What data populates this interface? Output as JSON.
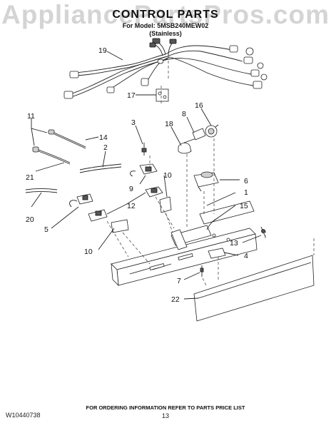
{
  "watermark": "AppliancePartsPros.com",
  "title": "CONTROL PARTS",
  "subtitle": "For Model: 5MSB240MEW02",
  "finish": "(Stainless)",
  "footer_note": "FOR ORDERING INFORMATION REFER TO PARTS PRICE LIST",
  "doc_number": "W10440738",
  "page_number": "13",
  "callouts": {
    "c19": "19",
    "c17": "17",
    "c11": "11",
    "c14": "14",
    "c3": "3",
    "c8": "8",
    "c16": "16",
    "c18": "18",
    "c2": "2",
    "c21": "21",
    "c10a": "10",
    "c9": "9",
    "c6": "6",
    "c1": "1",
    "c12": "12",
    "c15": "15",
    "c20": "20",
    "c5": "5",
    "c13": "13",
    "c4": "4",
    "c10b": "10",
    "c7": "7",
    "c22": "22"
  }
}
